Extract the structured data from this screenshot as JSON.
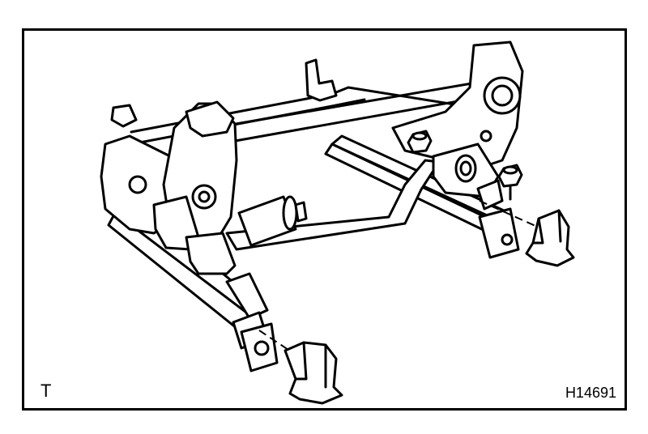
{
  "figure": {
    "corner_label": "T",
    "figure_code": "H14691",
    "line_color": "#000000",
    "background_color": "#ffffff"
  },
  "parts": [
    "seat-frame-assembly-drawing",
    "rear-cross-rod",
    "front-torsion-bar",
    "left-seat-track-rail",
    "right-seat-track-rail",
    "recliner-mechanism",
    "power-seat-motor",
    "right-hinge-bracket",
    "front-leg-bracket",
    "rear-leg-bracket",
    "mounting-nut-front",
    "mounting-nut-rear"
  ]
}
